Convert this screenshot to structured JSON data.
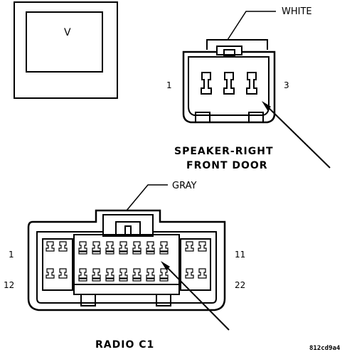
{
  "view_box": {
    "label": "V"
  },
  "speaker_connector": {
    "color_label": "WHITE",
    "pin_left": "1",
    "pin_right": "3",
    "title_line1": "SPEAKER-RIGHT",
    "title_line2": "FRONT DOOR"
  },
  "radio_connector": {
    "color_label": "GRAY",
    "pin_top_left": "1",
    "pin_top_right": "11",
    "pin_bottom_left": "12",
    "pin_bottom_right": "22",
    "title": "RADIO C1"
  },
  "figure_code": "812cd9a4"
}
